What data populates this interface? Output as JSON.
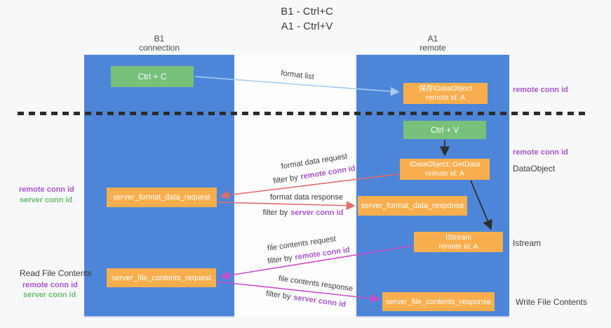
{
  "title": {
    "line1": "B1 - Ctrl+C",
    "line2": "A1 - Ctrl+V"
  },
  "lanes": {
    "left": {
      "name": "B1",
      "role": "connection"
    },
    "right": {
      "name": "A1",
      "role": "remote"
    }
  },
  "nodes": {
    "ctrl_c": {
      "label": "Ctrl + C"
    },
    "ctrl_v": {
      "label": "Ctrl + V"
    },
    "saved_idataobject": {
      "line1": "保存IDataObject",
      "line2": "remote id: A"
    },
    "getdata": {
      "line1": "IDataObject::GetData",
      "line2": "remote id: A"
    },
    "istream": {
      "line1": "IStream",
      "line2": "remote id: A"
    },
    "server_format_data_request": {
      "label": "server_format_data_request"
    },
    "server_format_data_response": {
      "label": "server_format_data_response"
    },
    "server_file_contents_request": {
      "label": "server_file_contents_request"
    },
    "server_file_contents_response": {
      "label": "server_file_contents_response"
    }
  },
  "flow_labels": {
    "format_list": "format list",
    "format_data_request": "format data request",
    "format_data_response": "format data response",
    "file_contents_request": "file contents request",
    "file_contents_response": "file contents response",
    "filter_by": "filter by",
    "remote_conn_id": "remote conn id",
    "server_conn_id": "server conn id"
  },
  "annotations": {
    "right_top_remote_conn_id": "remote conn id",
    "right_mid_remote_conn_id": "remote conn id",
    "dataobject": "DataObject",
    "istream": "Istream",
    "write_file_contents": "Write File Contents",
    "left_remote_conn_id_1": "remote conn id",
    "left_server_conn_id_1": "server conn id",
    "read_file_contents": "Read File Contents",
    "left_remote_conn_id_2": "remote conn id",
    "left_server_conn_id_2": "server conn id"
  },
  "colors": {
    "lane_blue": "#4d86d8",
    "box_green": "#77c17a",
    "box_orange": "#f9ae4d",
    "arrow_light_blue": "#a6cdec",
    "arrow_salmon": "#e06c6c",
    "arrow_magenta": "#cb4ecb",
    "arrow_black": "#2f2f2f",
    "text_purple": "#a855cc",
    "text_green": "#67bf6b"
  }
}
